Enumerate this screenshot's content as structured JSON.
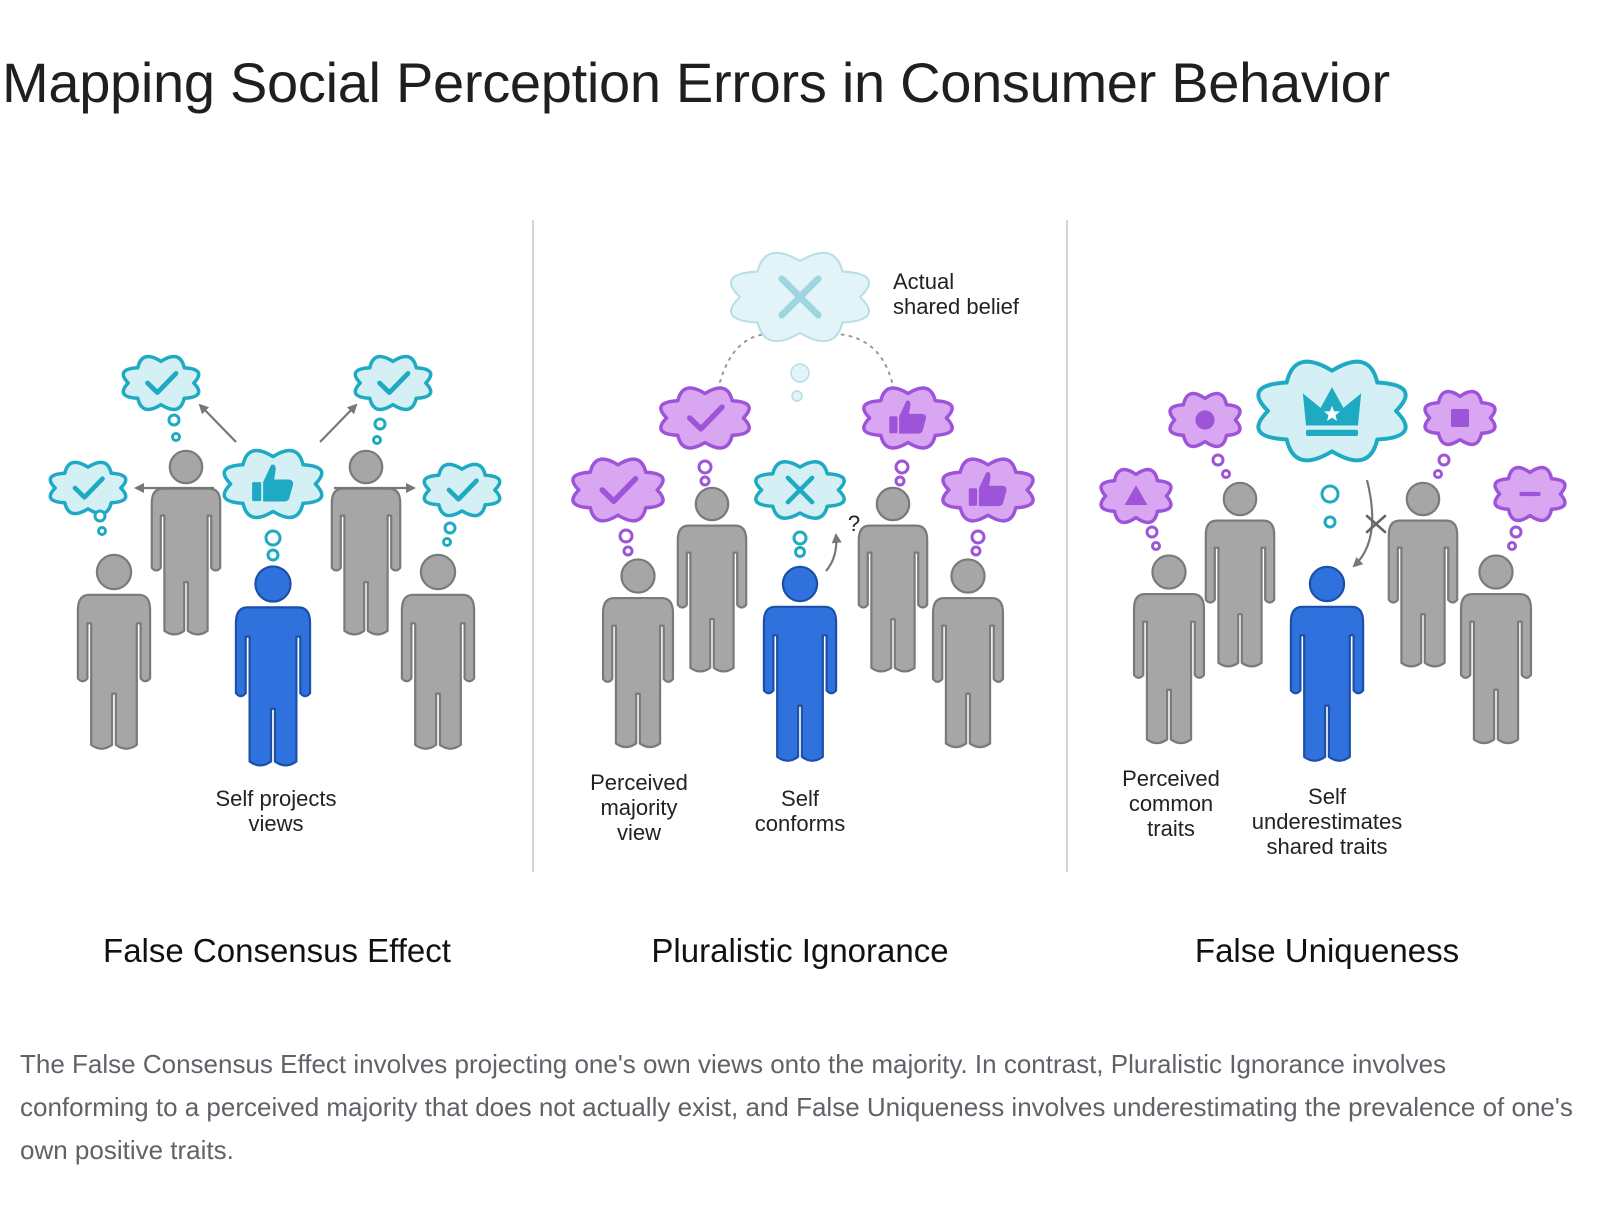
{
  "title": "Mapping Social Perception Errors in Consumer Behavior",
  "colors": {
    "self": "#2f72de",
    "other": "#a6a6a6",
    "teal_outline": "#1eaac3",
    "teal_fill": "#d5f0f5",
    "purple_outline": "#9d54d9",
    "purple_fill": "#d9a6f2",
    "actual_belief_fill": "#e3f4f8"
  },
  "panels": [
    {
      "title": "False Consensus Effect",
      "labels": {
        "self": [
          "Self projects",
          "views"
        ]
      }
    },
    {
      "title": "Pluralistic Ignorance",
      "labels": {
        "majority": [
          "Perceived",
          "majority",
          "view"
        ],
        "self": [
          "Self",
          "conforms"
        ],
        "actual": [
          "Actual",
          "shared belief"
        ],
        "question_mark": "?"
      }
    },
    {
      "title": "False Uniqueness",
      "labels": {
        "common": [
          "Perceived",
          "common",
          "traits"
        ],
        "self": [
          "Self",
          "underestimates",
          "shared traits"
        ]
      }
    }
  ],
  "icons": [
    "check-icon",
    "thumbs-up-icon",
    "cross-icon",
    "crown-icon",
    "circle-icon",
    "triangle-icon",
    "square-icon",
    "minus-icon",
    "arrow-icon"
  ],
  "caption": "The False Consensus Effect involves projecting one's own views onto the majority. In contrast, Pluralistic Ignorance involves conforming to a perceived majority that does not actually exist, and False Uniqueness involves underestimating the prevalence of one's own positive traits."
}
